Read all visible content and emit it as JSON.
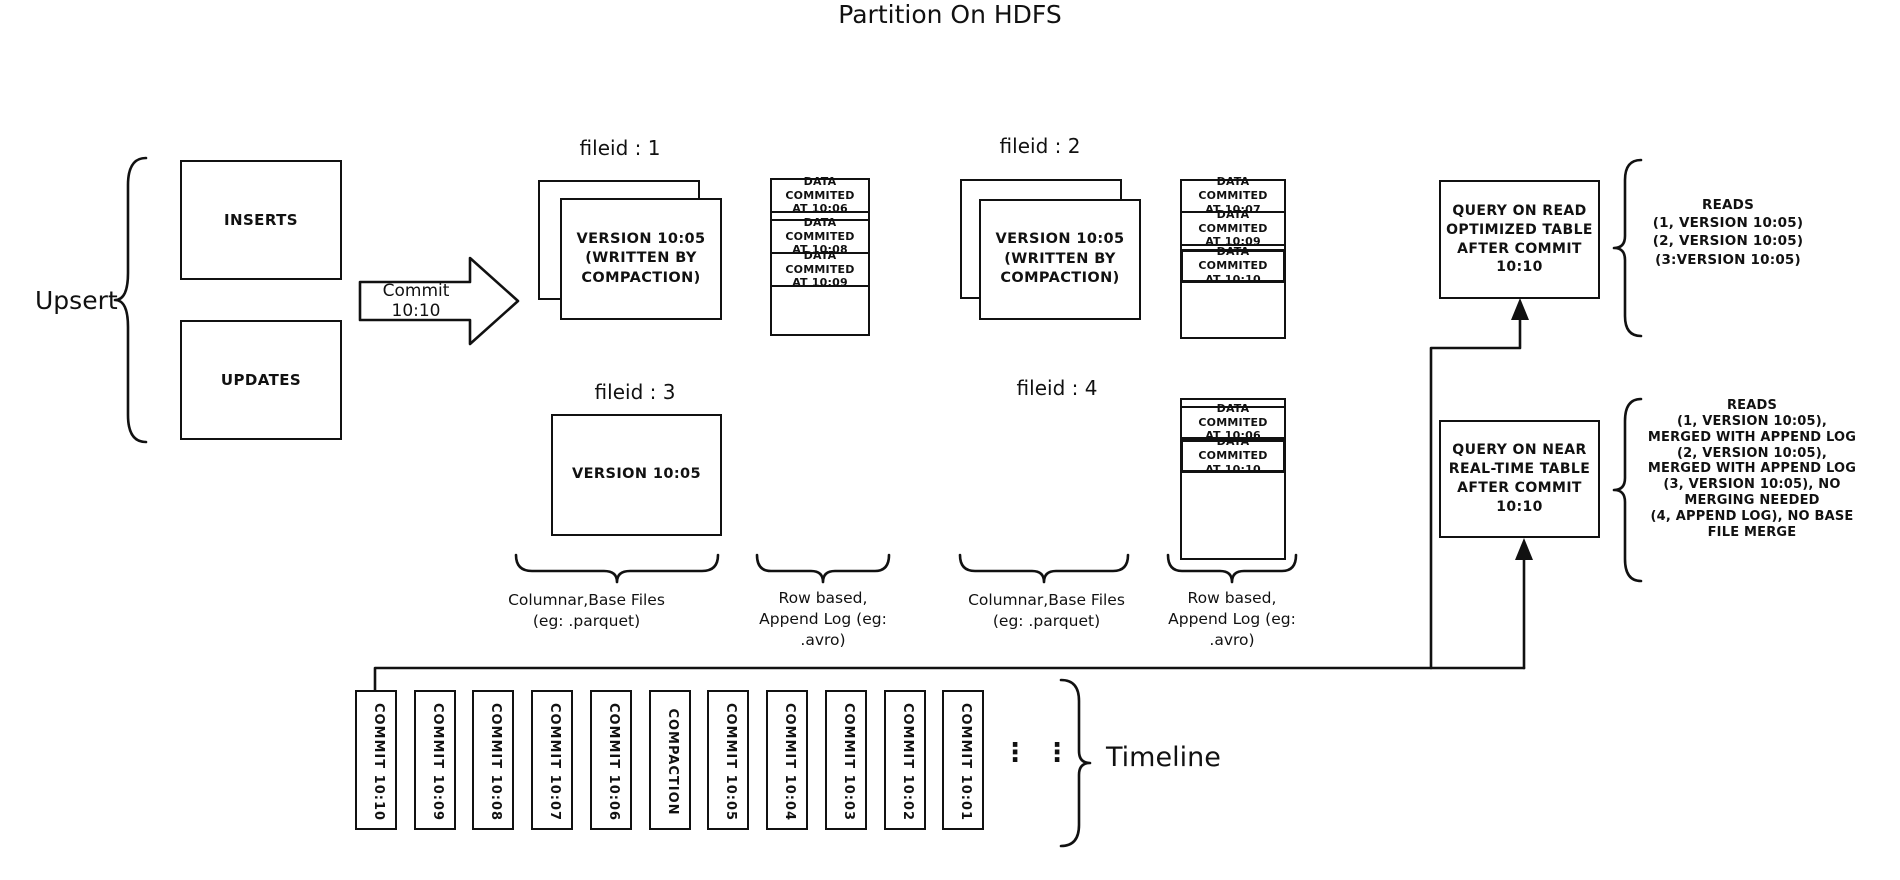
{
  "title": "Partition On HDFS",
  "colors": {
    "ink": "#111111",
    "background": "#ffffff"
  },
  "upsert": {
    "label": "Upsert",
    "inserts_label": "INSERTS",
    "updates_label": "UPDATES"
  },
  "commit_arrow": {
    "label": "Commit 10:10"
  },
  "files": {
    "file1": {
      "title": "fileid : 1",
      "base_file_text": "VERSION 10:05\n(WRITTEN BY\nCOMPACTION)",
      "log_entries": [
        "DATA COMMITED\nAT 10:06",
        "DATA COMMITED\nAT 10:08",
        "DATA COMMITED\nAT 10:09"
      ]
    },
    "file2": {
      "title": "fileid : 2",
      "base_file_text": "VERSION 10:05\n(WRITTEN BY\nCOMPACTION)",
      "log_entries": [
        "DATA COMMITED\nAT 10:07",
        "DATA COMMITED\nAT 10:09",
        "DATA COMMITED\nAT 10:10"
      ]
    },
    "file3": {
      "title": "fileid : 3",
      "base_file_text": "VERSION 10:05"
    },
    "file4": {
      "title": "fileid : 4",
      "log_entries": [
        "DATA COMMITED\nAT 10:06",
        "DATA COMMITED\nAT 10:10"
      ]
    }
  },
  "brace_labels": {
    "columnar1": "Columnar,Base Files\n(eg: .parquet)",
    "rowbased1": "Row based,\nAppend Log  (eg:\n.avro)",
    "columnar2": "Columnar,Base Files\n(eg: .parquet)",
    "rowbased2": "Row based,\nAppend Log  (eg:\n.avro)"
  },
  "queries": {
    "read_optimized": {
      "box_text": "QUERY ON READ\nOPTIMIZED TABLE\nAFTER COMMIT\n10:10",
      "reads_text": "READS\n(1, VERSION 10:05)\n(2, VERSION 10:05)\n(3:VERSION 10:05)"
    },
    "near_real_time": {
      "box_text": "QUERY ON NEAR\nREAL-TIME TABLE\nAFTER COMMIT\n10:10",
      "reads_text": "READS\n(1, VERSION 10:05),\nMERGED WITH APPEND LOG\n(2, VERSION 10:05),\nMERGED WITH APPEND LOG\n(3, VERSION 10:05), NO\nMERGING NEEDED\n(4, APPEND LOG), NO BASE\nFILE MERGE"
    }
  },
  "timeline": {
    "label": "Timeline",
    "ellipsis": "⋮",
    "items": [
      "COMMIT  10:10",
      "COMMIT  10:09",
      "COMMIT  10:08",
      "COMMIT  10:07",
      "COMMIT  10:06",
      "COMPACTION",
      "COMMIT  10:05",
      "COMMIT  10:04",
      "COMMIT  10:03",
      "COMMIT  10:02",
      "COMMIT  10:01"
    ]
  }
}
